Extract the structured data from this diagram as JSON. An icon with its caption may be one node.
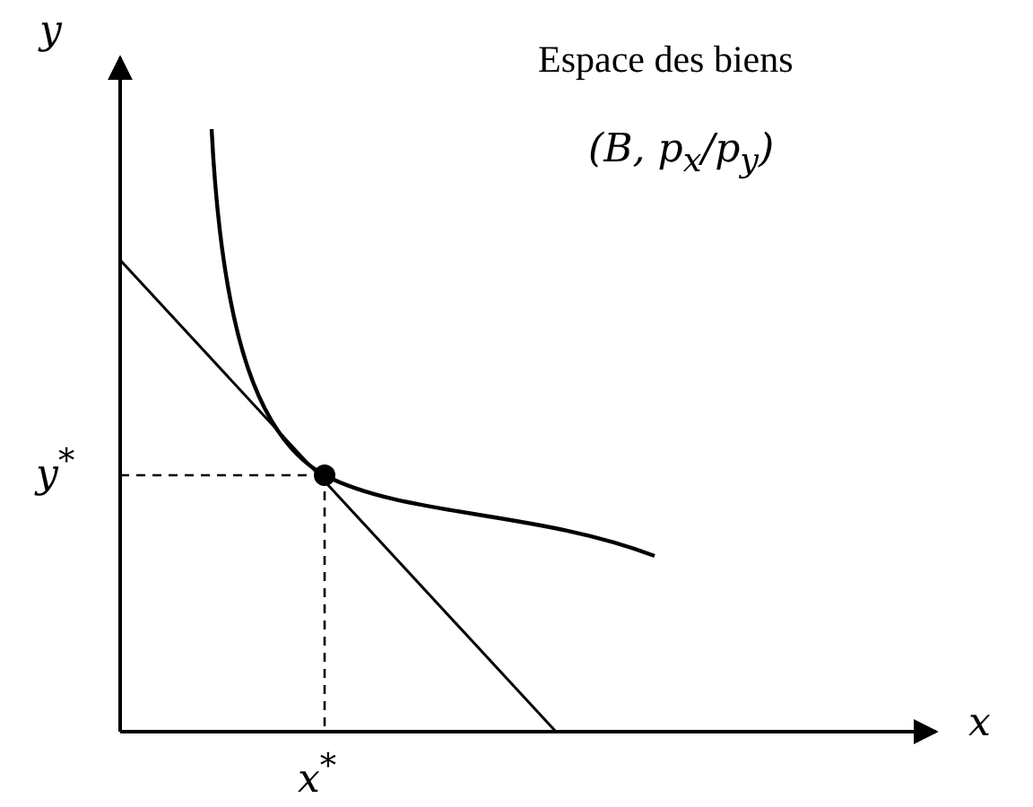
{
  "diagram": {
    "labels": [
      "y",
      "Espace des biens",
      "(B, p$_{x}$/p$_{y}$)",
      "y$^{*}$",
      "x$^{*}$",
      "x"
    ]
  }
}
